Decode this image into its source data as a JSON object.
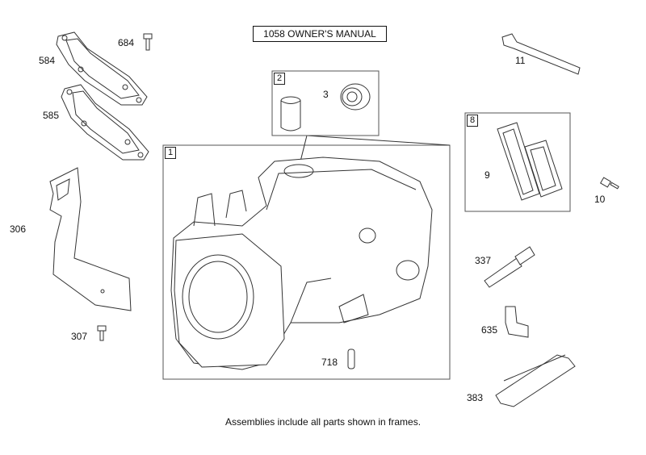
{
  "title": "1058 OWNER'S MANUAL",
  "footnote": "Assemblies include all parts shown in frames.",
  "frames": {
    "f1": "1",
    "f2": "2",
    "f8": "8"
  },
  "callouts": {
    "p684": "684",
    "p584": "584",
    "p585": "585",
    "p306": "306",
    "p307": "307",
    "p3": "3",
    "p11": "11",
    "p9": "9",
    "p10": "10",
    "p337": "337",
    "p635": "635",
    "p383": "383",
    "p718": "718"
  }
}
